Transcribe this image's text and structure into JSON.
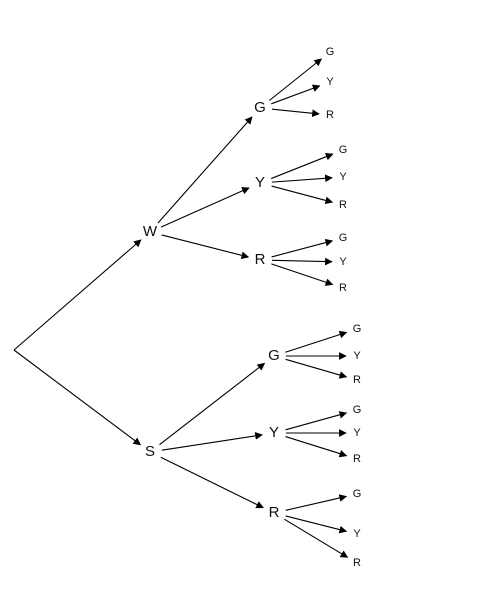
{
  "tree": {
    "root": {
      "children": [
        {
          "label": "W",
          "children": [
            {
              "label": "G",
              "children": [
                "G",
                "Y",
                "R"
              ]
            },
            {
              "label": "Y",
              "children": [
                "G",
                "Y",
                "R"
              ]
            },
            {
              "label": "R",
              "children": [
                "G",
                "Y",
                "R"
              ]
            }
          ]
        },
        {
          "label": "S",
          "children": [
            {
              "label": "G",
              "children": [
                "G",
                "Y",
                "R"
              ]
            },
            {
              "label": "Y",
              "children": [
                "G",
                "Y",
                "R"
              ]
            },
            {
              "label": "R",
              "children": [
                "G",
                "Y",
                "R"
              ]
            }
          ]
        }
      ]
    }
  }
}
